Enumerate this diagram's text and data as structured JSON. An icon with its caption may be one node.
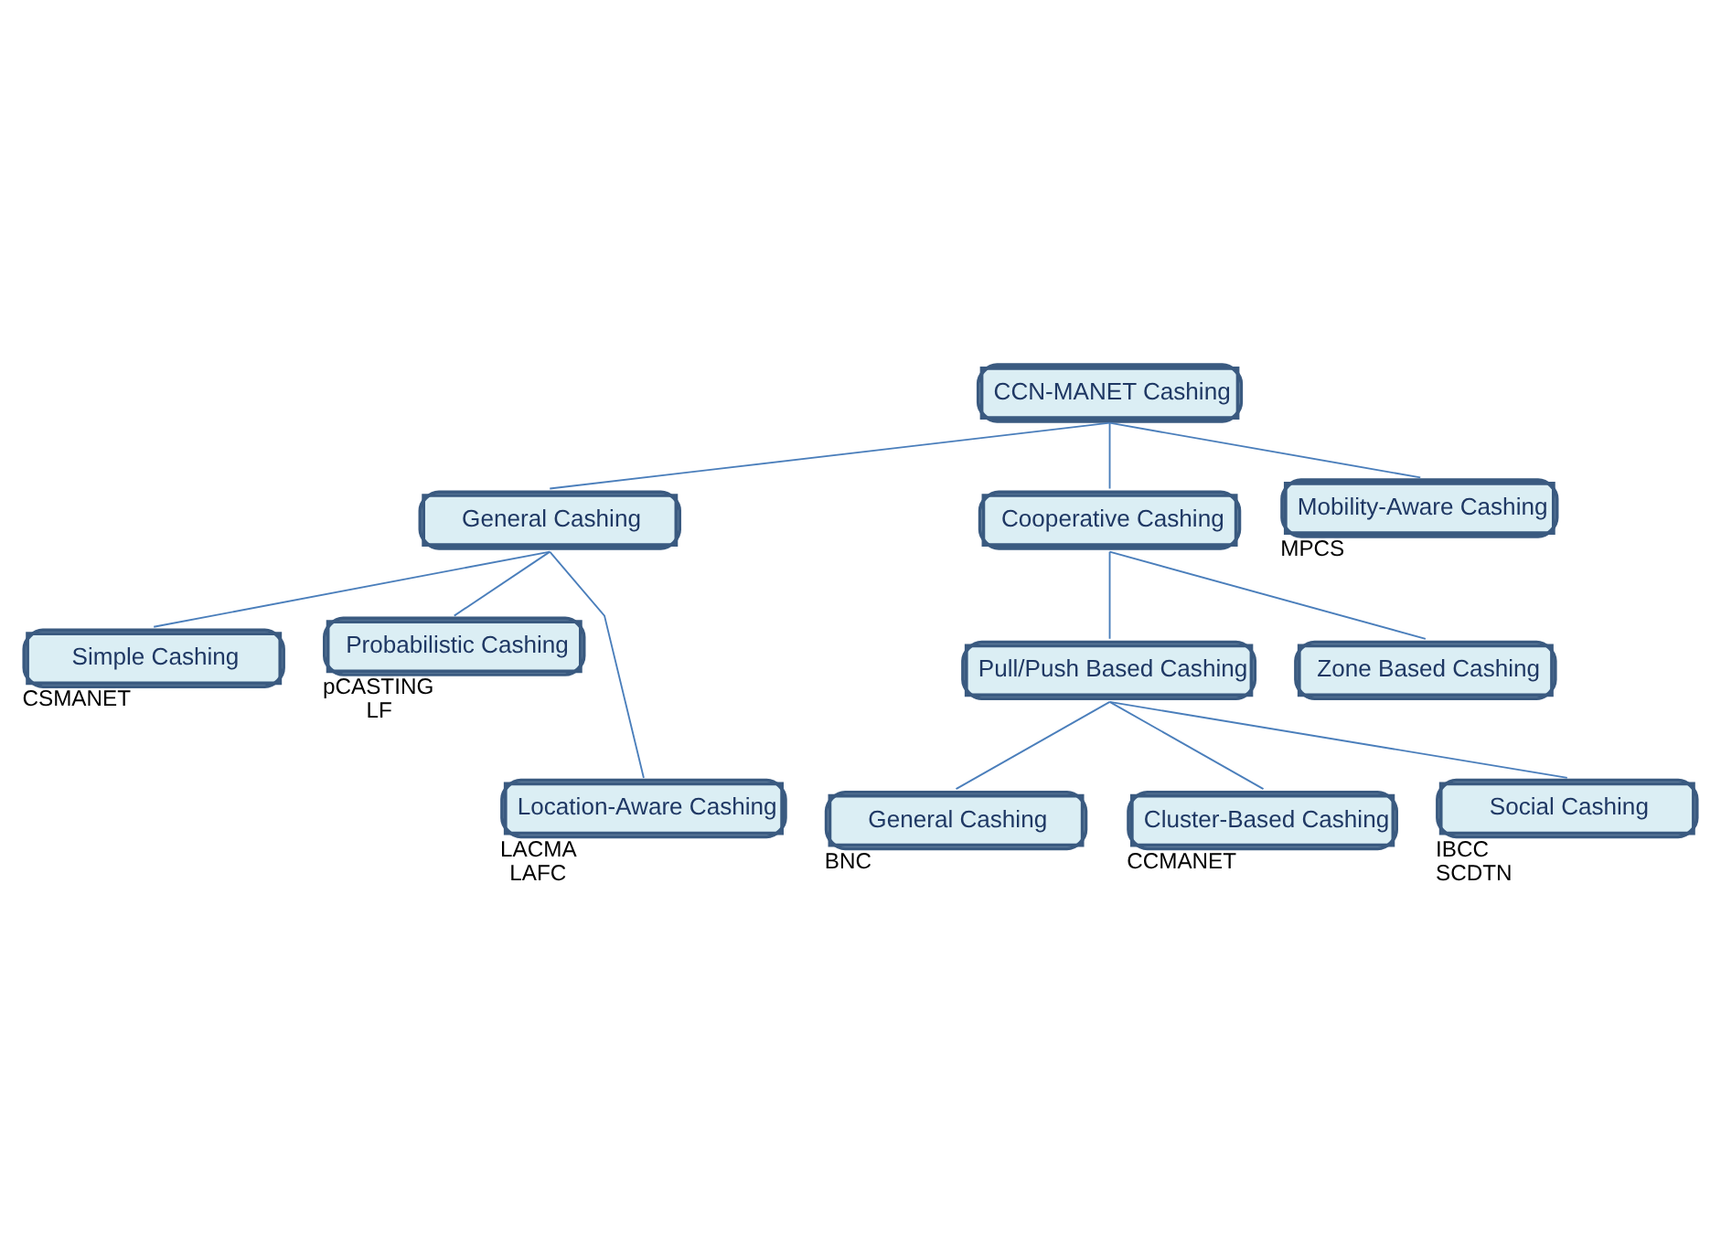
{
  "diagram": {
    "nodes": [
      {
        "text": [
          "CCN-MANET Cashing"
        ]
      },
      {
        "text": [
          "General Cashing"
        ]
      },
      {
        "text": [
          "Cooperative Cashing"
        ]
      },
      {
        "text": [
          "Mobility-Aware Cashing"
        ],
        "beside": [
          "MPCS"
        ]
      },
      {
        "text": [
          "Simple Cashing"
        ],
        "beside": [
          "CSMANET"
        ]
      },
      {
        "text": [
          "Probabilistic Cashing"
        ],
        "beside": [
          "pCASTING",
          "LF"
        ]
      },
      {
        "text": [
          "Location-Aware Cashing"
        ],
        "beside": [
          "LACMA",
          "LAFC"
        ]
      },
      {
        "text": [
          "Pull/Push Based Cashing"
        ]
      },
      {
        "text": [
          "Zone Based Cashing"
        ]
      },
      {
        "text": [
          "General Cashing"
        ],
        "beside": [
          "BNC"
        ]
      },
      {
        "text": [
          "Cluster-Based Cashing"
        ],
        "beside": [
          "CCMANET"
        ]
      },
      {
        "text": [
          "Social Cashing"
        ],
        "beside": [
          "IBCC",
          "SCDTN"
        ]
      }
    ],
    "edges": [
      {
        "from": 0,
        "to": 1,
        "arrow": "none"
      },
      {
        "from": 0,
        "to": 2,
        "arrow": "none"
      },
      {
        "from": 0,
        "to": 3,
        "arrow": "none"
      },
      {
        "from": 1,
        "to": 4,
        "arrow": "none"
      },
      {
        "from": 1,
        "to": 5,
        "arrow": "none"
      },
      {
        "from": 1,
        "to": 6,
        "arrow": "none"
      },
      {
        "from": 2,
        "to": 7,
        "arrow": "none"
      },
      {
        "from": 2,
        "to": 8,
        "arrow": "none"
      },
      {
        "from": 7,
        "to": 9,
        "arrow": "none"
      },
      {
        "from": 7,
        "to": 11,
        "arrow": "none"
      },
      {
        "from": 7,
        "to": 10,
        "arrow": "none"
      }
    ]
  }
}
